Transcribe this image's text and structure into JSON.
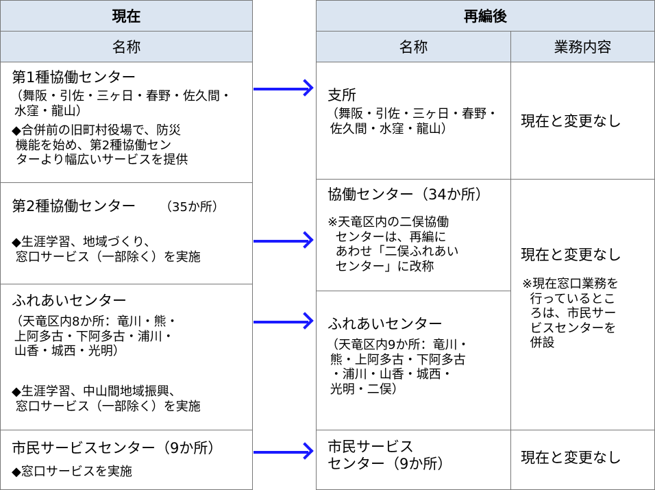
{
  "current": {
    "title": "現在",
    "name_header": "名称",
    "rows": [
      {
        "title": "第1種協働センター",
        "detail": "（舞阪・引佐・三ヶ日・春野・佐久間・\n 水窪・龍山）",
        "note": "◆合併前の旧町村役場で、防災\n 機能を始め、第2種協働セン\n ターより幅広いサービスを提供"
      },
      {
        "title": "第2種協働センター",
        "detail": "（35か所）",
        "note": "◆生涯学習、地域づくり、\n 窓口サービス（一部除く）を実施"
      },
      {
        "title": "ふれあいセンター",
        "detail": "（天竜区内8か所：竜川・熊・\n 上阿多古・下阿多古・浦川・\n 山香・城西・光明）",
        "note": "◆生涯学習、中山間地域振興、\n 窓口サービス（一部除く）を実施"
      },
      {
        "title": "市民サービスセンター（9か所）",
        "note": "◆窓口サービスを実施"
      }
    ]
  },
  "after": {
    "title": "再編後",
    "name_header": "名称",
    "work_header": "業務内容",
    "rows": [
      {
        "title": "支所",
        "detail": "（舞阪・引佐・三ヶ日・春野・\n 佐久間・水窪・龍山）"
      },
      {
        "title": "協働センター（34か所）",
        "detail": "※天竜区内の二俣協働\n  センターは、再編に\n  あわせ「二俣ふれあい\n  センター」に改称"
      },
      {
        "title": "ふれあいセンター",
        "detail": "（天竜区内9か所：竜川・\n 熊・上阿多古・下阿多古\n ・浦川・山香・城西・\n 光明・二俣）"
      },
      {
        "title": "市民サービス\nセンター（9か所）"
      }
    ],
    "work": [
      {
        "text": "現在と変更なし"
      },
      {
        "text": "現在と変更なし",
        "note": "※現在窓口業務を\n  行っているとこ\n  ろは、市民サー\n  ビスセンターを\n  併設"
      },
      {
        "text": "現在と変更なし"
      }
    ]
  },
  "colors": {
    "header": "#dbe5f1",
    "arrow": "#1a1aff"
  }
}
